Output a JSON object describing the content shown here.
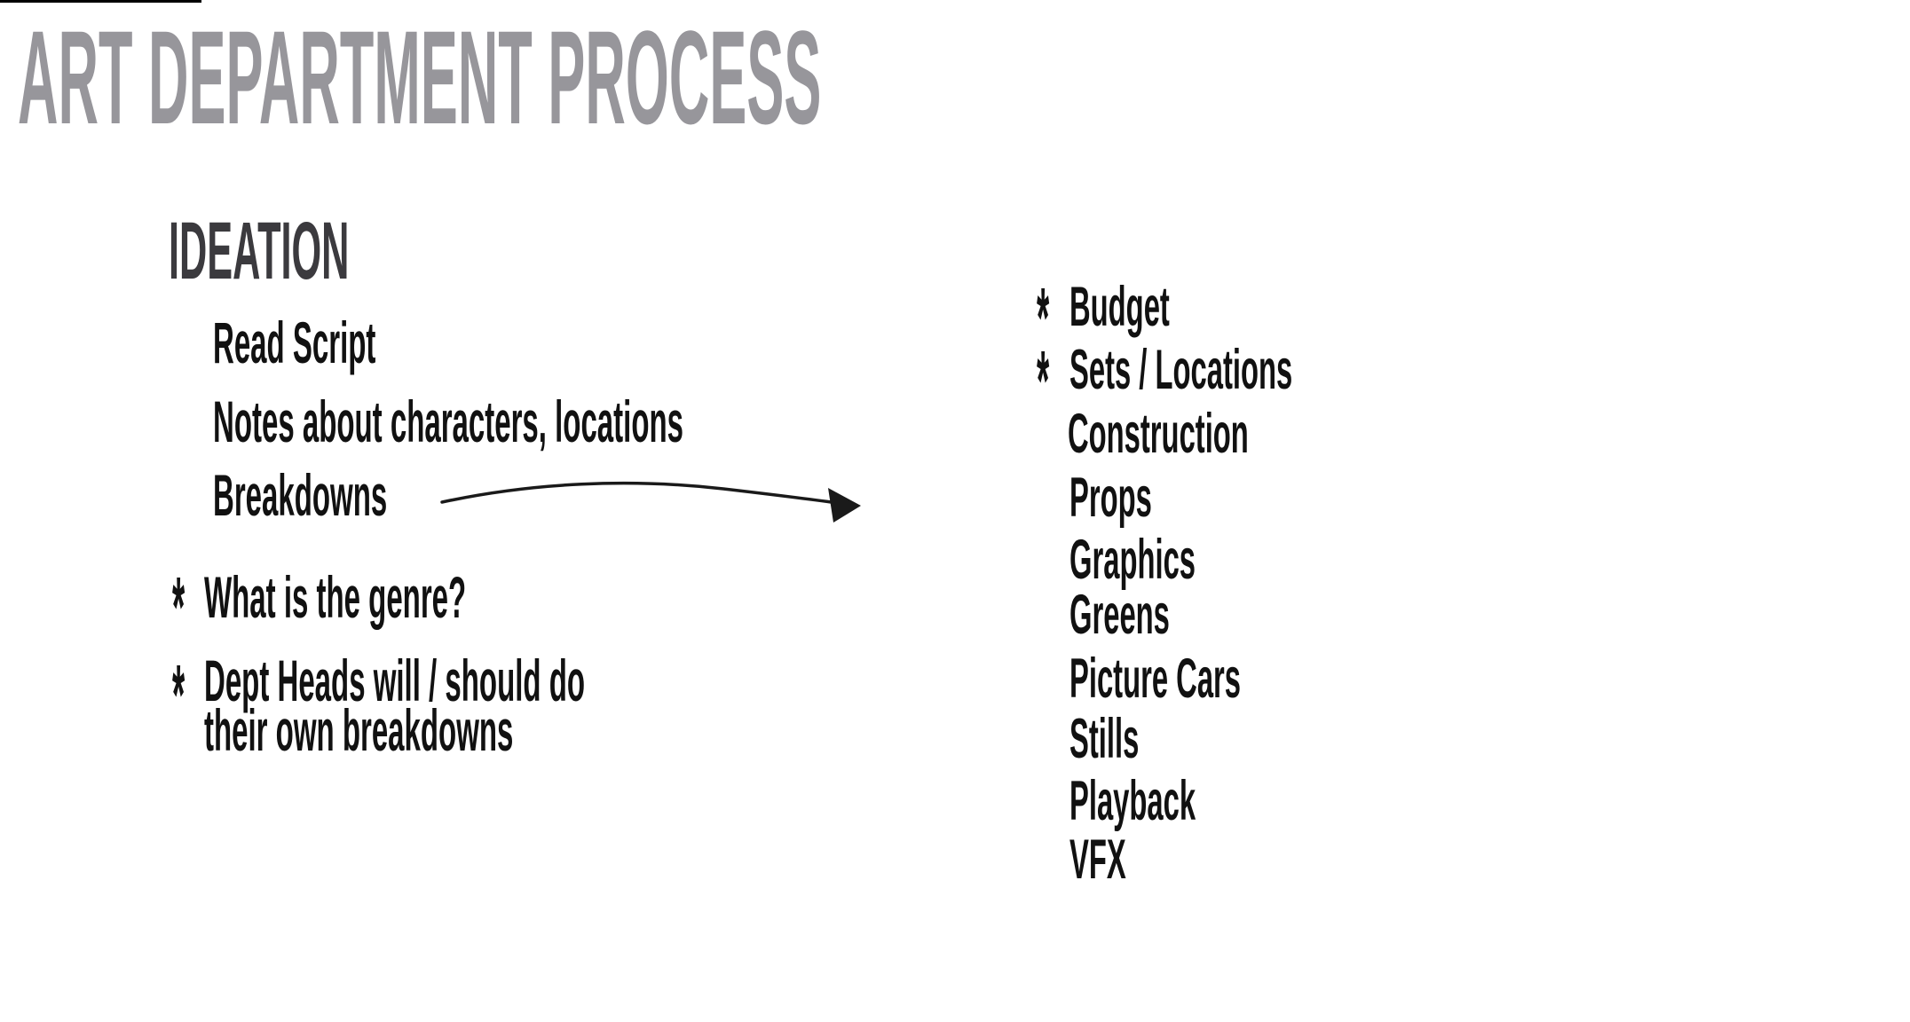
{
  "colors": {
    "title": "#97969b",
    "heading": "#3b3a3e",
    "text": "#111111",
    "arrow": "#1a1a1a",
    "edge": "#000000"
  },
  "title": {
    "text": "ART DEPARTMENT PROCESS"
  },
  "ideation": {
    "heading": "IDEATION",
    "steps": [
      "Read Script",
      "Notes about characters, locations",
      "Breakdowns"
    ],
    "notes": [
      {
        "marker": "*",
        "line1": "What is the genre?"
      },
      {
        "marker": "*",
        "line1": "Dept Heads will / should do",
        "line2": "their own breakdowns"
      }
    ]
  },
  "breakdowns": {
    "items": [
      {
        "marker": "*",
        "label": "Budget"
      },
      {
        "marker": "*",
        "label": "Sets / Locations"
      },
      {
        "marker": "",
        "label": "Construction"
      },
      {
        "marker": "",
        "label": "Props"
      },
      {
        "marker": "",
        "label": "Graphics"
      },
      {
        "marker": "",
        "label": "Greens"
      },
      {
        "marker": "",
        "label": "Picture Cars"
      },
      {
        "marker": "",
        "label": "Stills"
      },
      {
        "marker": "",
        "label": "Playback"
      },
      {
        "marker": "",
        "label": "VFX"
      }
    ]
  }
}
